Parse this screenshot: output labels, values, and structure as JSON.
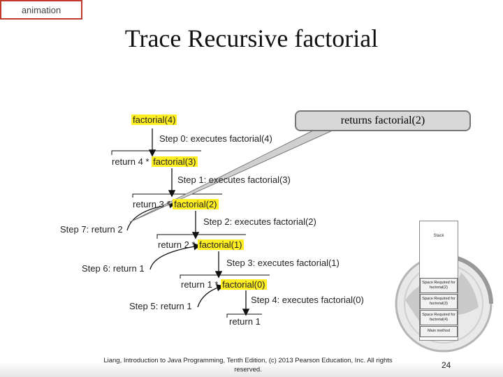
{
  "header": {
    "tag_label": "animation",
    "title": "Trace Recursive factorial"
  },
  "callout": {
    "text": "returns factorial(2)"
  },
  "trace": {
    "call_root": "factorial(4)",
    "step0": "Step 0: executes factorial(4)",
    "return4_prefix": "return 4 * ",
    "return4_call": "factorial(3)",
    "step1": "Step 1: executes factorial(3)",
    "return3_prefix": "return 3 * ",
    "return3_call": "factorial(2)",
    "step2": "Step 2: executes factorial(2)",
    "step7": "Step 7: return 2",
    "return2_prefix": "return 2 * ",
    "return2_call": "factorial(1)",
    "step3": "Step 3: executes factorial(1)",
    "step6": "Step 6: return 1",
    "return1_prefix": "return 1 * ",
    "return1_call": "factorial(0)",
    "step4": "Step 4: executes factorial(0)",
    "step5": "Step 5: return 1",
    "return_final": "return 1"
  },
  "stack": {
    "title": "Stack",
    "cells": [
      "Space Required for factorial(2)",
      "Space Required for factorial(3)",
      "Space Required for factorial(4)",
      "Main method"
    ]
  },
  "footer": {
    "credit": "Liang, Introduction to Java Programming, Tenth Edition, (c) 2013 Pearson Education, Inc. All rights reserved.",
    "page_number": "24"
  },
  "colors": {
    "highlight": "#ffee22",
    "callout_bg": "#d8d8d8"
  }
}
